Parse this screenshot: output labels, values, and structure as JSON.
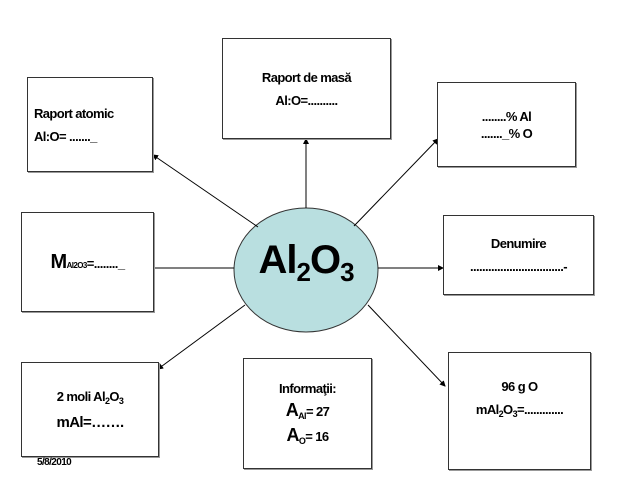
{
  "center": {
    "formula_main": "Al",
    "sub1": "2",
    "formula_o": "O",
    "sub2": "3",
    "fill": "#b9dfe0"
  },
  "boxes": {
    "atomic": {
      "title": "Raport atomic",
      "line": "Al:O= ......._"
    },
    "mass": {
      "title": "Raport de masă",
      "line": "Al:O=.........."
    },
    "percent": {
      "line1": "........% Al",
      "line2": "......._% O"
    },
    "molar": {
      "M": "M",
      "sub": "Al2O3",
      "rest": "=........_"
    },
    "name": {
      "title": "Denumire",
      "line": "...............................-"
    },
    "moles": {
      "prefix": "2 moli Al",
      "s1": "2",
      "o": "O",
      "s2": "3",
      "line": "mAl=……."
    },
    "info": {
      "title": "Informaţii:",
      "a": "A",
      "al_sub": "Al",
      "al_val": "= 27",
      "o_sub": "O",
      "o_val": "= 16"
    },
    "oxygen": {
      "title": "96 g O",
      "m": "mAl",
      "s1": "2",
      "o": "O",
      "s2": "3",
      "rest": "=............."
    }
  },
  "date": "5/8/2010"
}
